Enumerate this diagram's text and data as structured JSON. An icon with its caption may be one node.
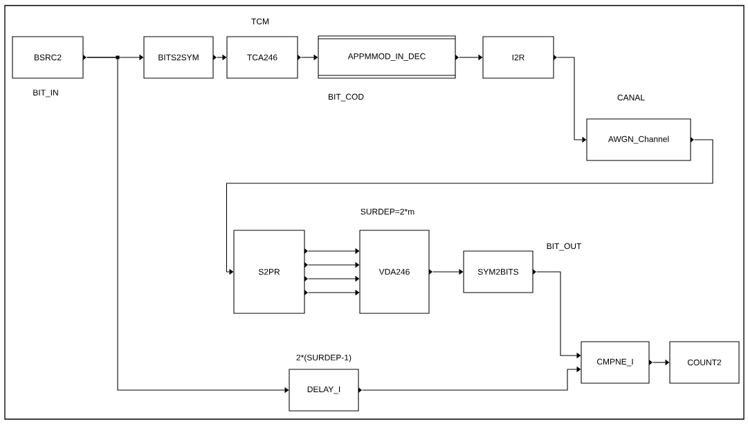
{
  "diagram": {
    "nodes": [
      {
        "text": [
          "BSRC2"
        ],
        "beside": [
          "BIT_IN"
        ]
      },
      {
        "text": [
          "BITS2SYM"
        ]
      },
      {
        "text": [
          "TCA246"
        ],
        "beside": [
          "TCM"
        ]
      },
      {
        "text": [
          "APPMMOD_IN_DEC"
        ],
        "beside": [
          "BIT_COD"
        ]
      },
      {
        "text": [
          "I2R"
        ]
      },
      {
        "text": [
          "AWGN_Channel"
        ],
        "beside": [
          "CANAL"
        ]
      },
      {
        "text": [
          "S2PR"
        ]
      },
      {
        "text": [
          "VDA246"
        ],
        "beside": [
          "SURDEP=2*m"
        ]
      },
      {
        "text": [
          "SYM2BITS"
        ],
        "beside": [
          "BIT_OUT"
        ]
      },
      {
        "text": [
          "CMPNE_I"
        ]
      },
      {
        "text": [
          "COUNT2"
        ]
      },
      {
        "text": [
          "DELAY_I"
        ],
        "beside": [
          "2*(SURDEP-1)"
        ]
      }
    ],
    "edges": [
      {
        "from": 0,
        "to": 1,
        "arrow": "to"
      },
      {
        "from": 0,
        "to": 11,
        "arrow": "to"
      },
      {
        "from": 1,
        "to": 2,
        "arrow": "to"
      },
      {
        "from": 2,
        "to": 3,
        "arrow": "to"
      },
      {
        "from": 3,
        "to": 4,
        "arrow": "to"
      },
      {
        "from": 4,
        "to": 5,
        "arrow": "to"
      },
      {
        "from": 5,
        "to": 6,
        "arrow": "to"
      },
      {
        "from": 6,
        "to": 7,
        "arrow": "to"
      },
      {
        "from": 6,
        "to": 7,
        "arrow": "to"
      },
      {
        "from": 6,
        "to": 7,
        "arrow": "to"
      },
      {
        "from": 6,
        "to": 7,
        "arrow": "to"
      },
      {
        "from": 7,
        "to": 8,
        "arrow": "to"
      },
      {
        "from": 8,
        "to": 9,
        "arrow": "to"
      },
      {
        "from": 11,
        "to": 9,
        "arrow": "to"
      },
      {
        "from": 9,
        "to": 10,
        "arrow": "to"
      }
    ]
  }
}
